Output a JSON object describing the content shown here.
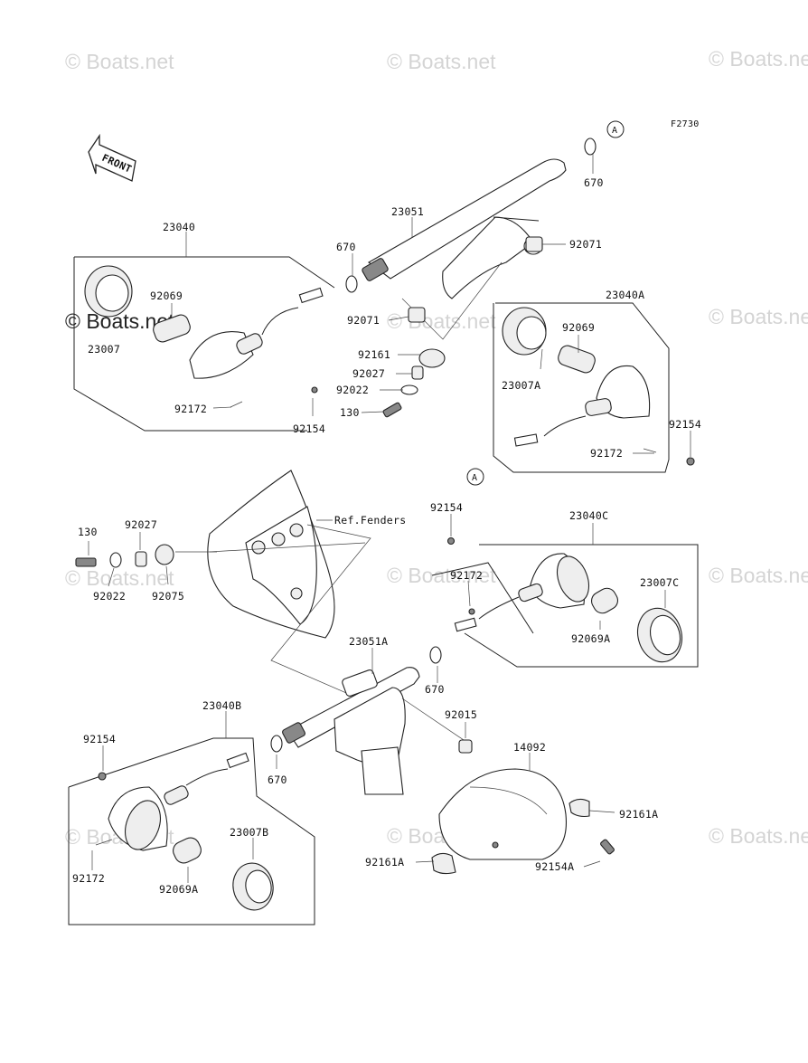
{
  "diagram": {
    "code": "F2730",
    "front_label": "FRONT",
    "ref_label": "Ref.Fenders",
    "callout_letter": "A"
  },
  "watermarks": {
    "text": "© Boats.net"
  },
  "labels": {
    "l23040": "23040",
    "l23051": "23051",
    "l670_top": "670",
    "l670_mid": "670",
    "l670_right": "670",
    "l670_lower": "670",
    "l92071_right": "92071",
    "l92071_left": "92071",
    "l92069_left": "92069",
    "l23007": "23007",
    "l92172_left": "92172",
    "l92154_left": "92154",
    "l92161": "92161",
    "l92027_up": "92027",
    "l92022_up": "92022",
    "l130_up": "130",
    "l23040A": "23040A",
    "l92069_right": "92069",
    "l23007A": "23007A",
    "l92154_right": "92154",
    "l92172_right": "92172",
    "l130_mid": "130",
    "l92027_mid": "92027",
    "l92022_mid": "92022",
    "l92075": "92075",
    "l92154_c": "92154",
    "l23040C": "23040C",
    "l92172_c": "92172",
    "l23007C": "23007C",
    "l92069A_c": "92069A",
    "l23051A": "23051A",
    "l92015": "92015",
    "l14092": "14092",
    "l23040B": "23040B",
    "l92154_b": "92154",
    "l92161A_r": "92161A",
    "l92172_b": "92172",
    "l23007B": "23007B",
    "l92069A_b": "92069A",
    "l92161A_l": "92161A",
    "l92154A": "92154A"
  }
}
